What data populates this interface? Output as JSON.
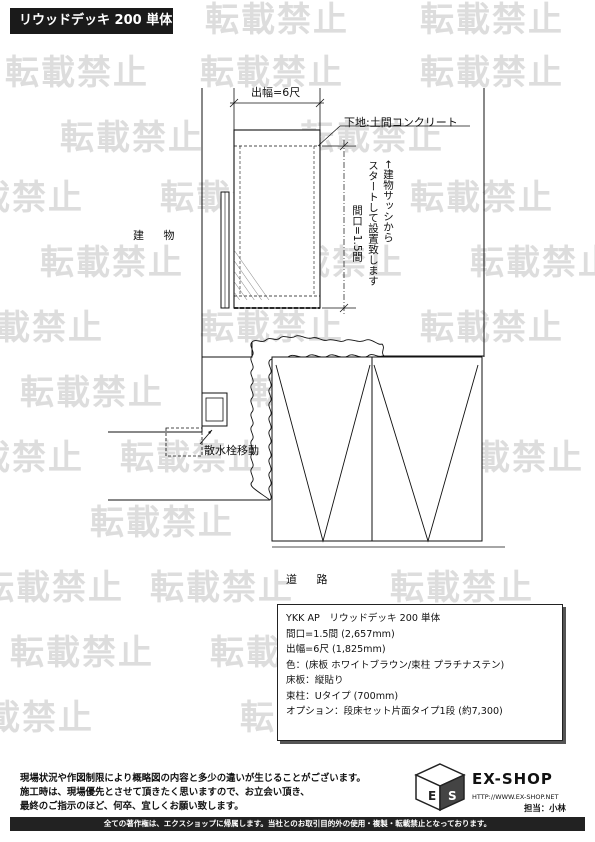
{
  "header": {
    "title": "リウッドデッキ 200 単体"
  },
  "watermark": {
    "text": "転載禁止"
  },
  "drawing": {
    "depth_label": "出幅=6尺",
    "base_label": "下地:土間コンクリート",
    "width_label": "間口=1.5間",
    "sash_note": "←建物サッシから\nスタートして設置致します",
    "building_label": "建 物",
    "drain_label": "散水栓移動",
    "road_label": "道 路"
  },
  "info": {
    "lines": [
      "YKK AP　リウッドデッキ 200 単体",
      "間口=1.5間 (2,657mm)",
      "出幅=6尺 (1,825mm)",
      "色：(床板 ホワイトブラウン/束柱 プラチナステン)",
      "床板：縦貼り",
      "束柱：Uタイプ (700mm)",
      "オプション：段床セット片面タイプ1段 (約7,300)"
    ]
  },
  "note": {
    "lines": [
      "現場状況や作図制限により概略図の内容と多少の違いが生じることがございます。",
      "施工時は、現場優先とさせて頂きたく思いますので、お立会い頂き、",
      "最終のご指示のほど、何卒、宜しくお願い致します。"
    ]
  },
  "logo": {
    "name": "EX-SHOP",
    "url": "HTTP://WWW.EX-SHOP.NET",
    "staff": "担当：小林"
  },
  "footer": {
    "text": "全ての著作権は、エクスショップに帰属します。当社とのお取引目的外の使用・複製・転載禁止となっております。"
  }
}
